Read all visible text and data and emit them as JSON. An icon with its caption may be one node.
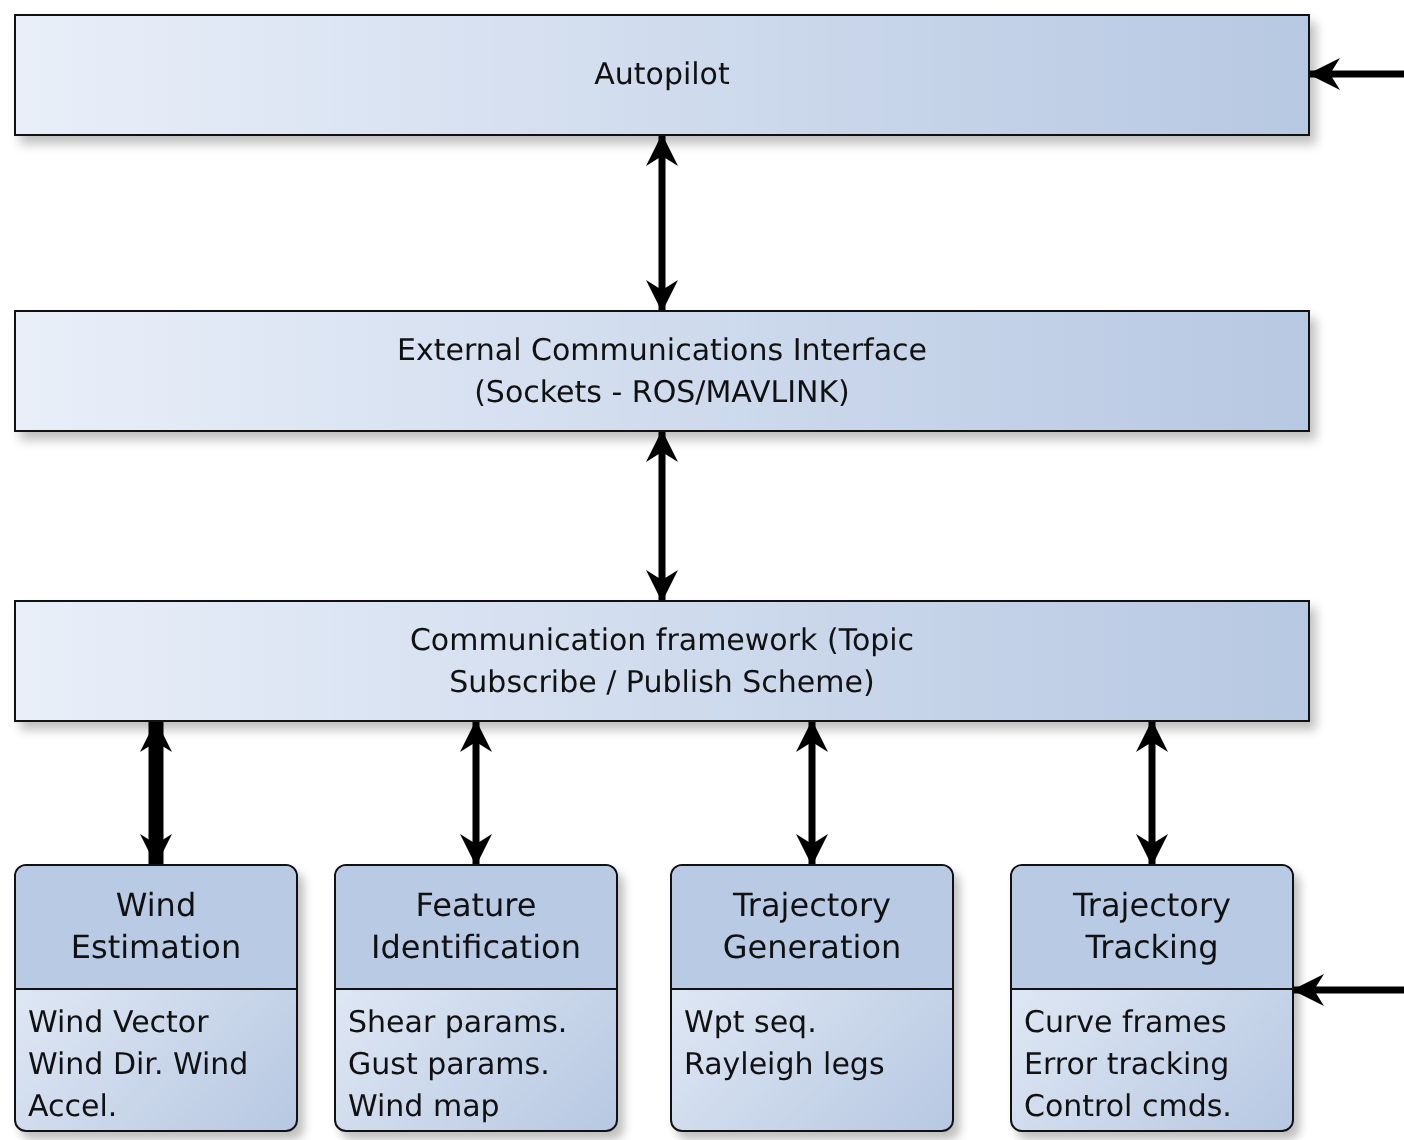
{
  "diagram": {
    "nodes": [
      {
        "text": [
          "Autopilot"
        ]
      },
      {
        "text": [
          "External Communications Interface (Sockets - ROS/MAVLINK)"
        ]
      },
      {
        "text": [
          "Communication framework (Topic Subscribe / Publish Scheme)"
        ]
      },
      {
        "text": [
          "Wind Estimation",
          "Wind Vector Wind Dir. Wind Accel."
        ]
      },
      {
        "text": [
          "Feature Identification",
          "Shear params. Gust params. Wind map"
        ]
      },
      {
        "text": [
          "Trajectory Generation",
          "Wpt seq. Rayleigh legs"
        ]
      },
      {
        "text": [
          "Trajectory Tracking",
          "Curve frames Error tracking Control cmds."
        ]
      }
    ],
    "edges": [
      {
        "from": null,
        "to": 0,
        "arrow": "to"
      },
      {
        "from": 0,
        "to": 1,
        "arrow": "both"
      },
      {
        "from": 1,
        "to": 2,
        "arrow": "both"
      },
      {
        "from": 2,
        "to": 3,
        "arrow": "both",
        "style": "thick"
      },
      {
        "from": 2,
        "to": 4,
        "arrow": "both"
      },
      {
        "from": 2,
        "to": 5,
        "arrow": "both"
      },
      {
        "from": 2,
        "to": 6,
        "arrow": "both"
      },
      {
        "from": null,
        "to": 6,
        "arrow": "to"
      }
    ]
  }
}
